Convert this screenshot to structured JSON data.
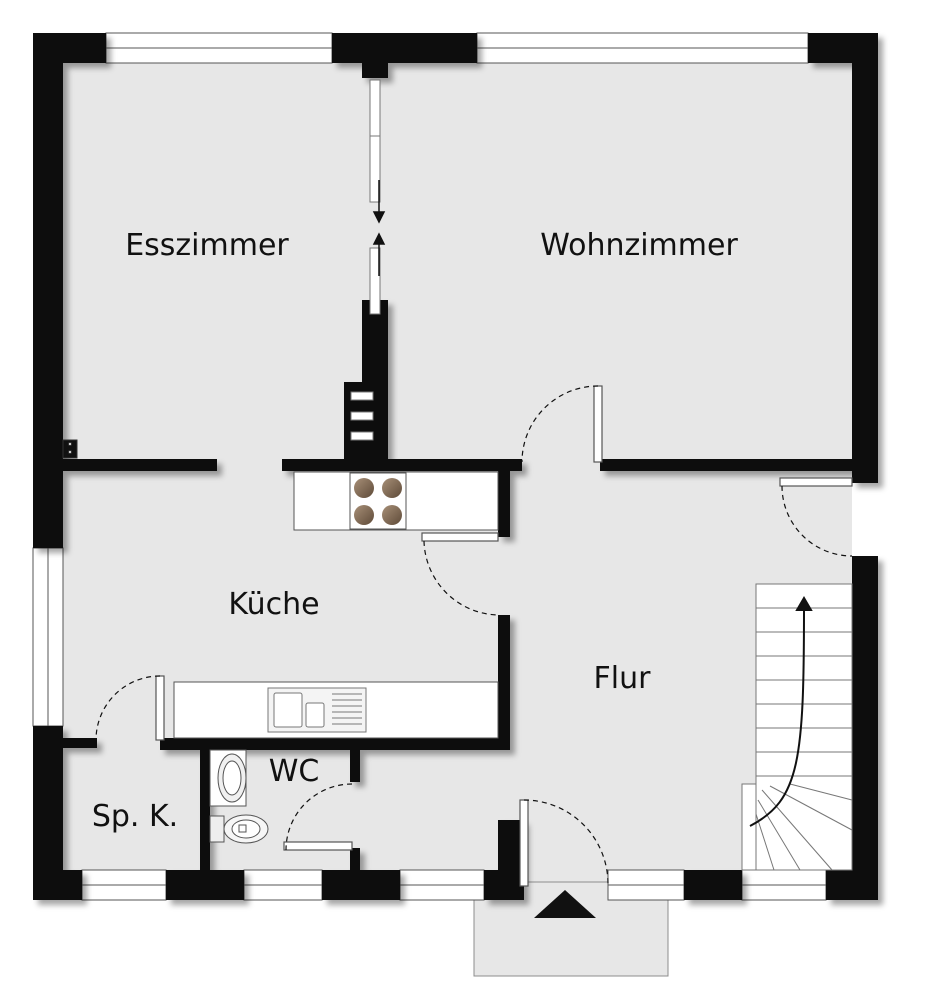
{
  "rooms": {
    "esszimmer": "Esszimmer",
    "wohnzimmer": "Wohnzimmer",
    "kueche": "Küche",
    "flur": "Flur",
    "wc": "WC",
    "speisekammer": "Sp. K."
  },
  "colors": {
    "wall": "#111111",
    "floor": "#e7e7e7",
    "outside": "#ffffff",
    "fixture": "#ffffff",
    "stove_plate": "#8a7460"
  }
}
